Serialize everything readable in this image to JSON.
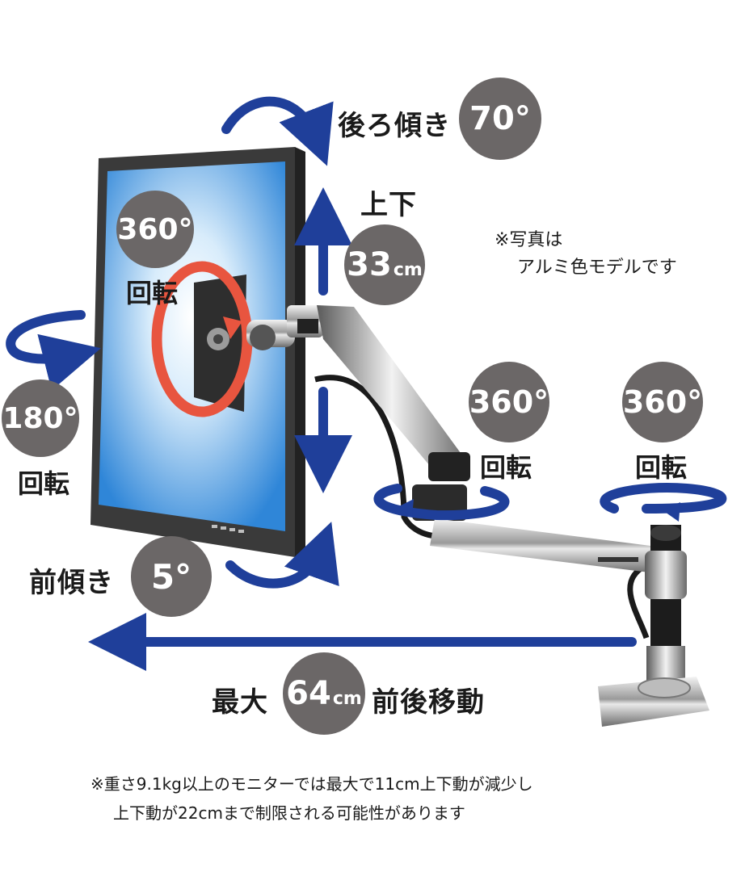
{
  "labels": {
    "tilt_back": "後ろ傾き",
    "tilt_back_val": "70°",
    "up_down": "上下",
    "up_down_val": "33",
    "up_down_unit": "cm",
    "screen_rotate_val": "360°",
    "screen_rotate": "回転",
    "swivel_left_val": "180°",
    "swivel_left": "回転",
    "joint_rotate_val": "360°",
    "joint_rotate": "回転",
    "base_rotate_val": "360°",
    "base_rotate": "回転",
    "tilt_fwd": "前傾き",
    "tilt_fwd_val": "5°",
    "reach_prefix": "最大",
    "reach_val": "64",
    "reach_unit": "cm",
    "reach_suffix": "前後移動"
  },
  "photo_note": {
    "line1": "※写真は",
    "line2": "アルミ色モデルです"
  },
  "footnote": {
    "line1": "※重さ9.1kg以上のモニターでは最大で11cm上下動が減少し",
    "line2": "上下動が22cmまで制限される可能性があります"
  },
  "colors": {
    "arrow_blue": "#1f3f9a",
    "rotate_red": "#e8553f",
    "badge_gray": "#6b6767",
    "screen_blue": "#2f8fe0"
  }
}
